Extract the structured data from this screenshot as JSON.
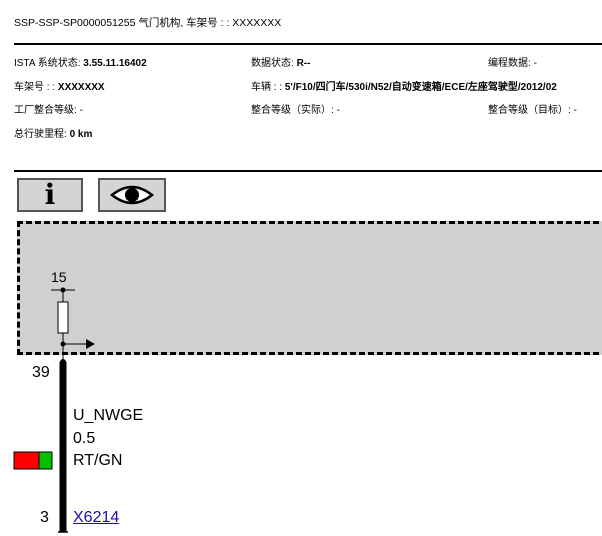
{
  "header": {
    "title": "SSP-SSP-SP0000051255 气门机构, 车架号 : : XXXXXXX"
  },
  "meta": {
    "ista_status_label": "ISTA 系统状态: ",
    "ista_status_value": "3.55.11.16402",
    "data_status_label": "数据状态: ",
    "data_status_value": "R--",
    "programming_label": "编程数据: ",
    "programming_value": "-",
    "vin_label": "车架号 : : ",
    "vin_value": "XXXXXXX",
    "vehicle_label": "车辆 : : ",
    "vehicle_value": "5'/F10/四门车/530i/N52/自动变速箱/ECE/左座驾驶型/2012/02",
    "factory_level_label": "工厂整合等级: ",
    "factory_level_value": "-",
    "actual_level_label": "整合等级（实际）: ",
    "actual_level_value": "-",
    "target_level_label": "整合等级（目标）: ",
    "target_level_value": "-",
    "mileage_label": "总行驶里程: ",
    "mileage_value": "0 km"
  },
  "toolbar": {
    "info_icon": "info-icon",
    "view_icon": "eye-icon"
  },
  "diagram": {
    "terminal_top": "15",
    "pin_top": "39",
    "signal_name": "U_NWGE",
    "wire_size": "0.5",
    "wire_color": "RT/GN",
    "pin_bottom": "3",
    "connector": "X6214",
    "colors": {
      "red": "#ff0000",
      "green": "#00c000"
    }
  }
}
